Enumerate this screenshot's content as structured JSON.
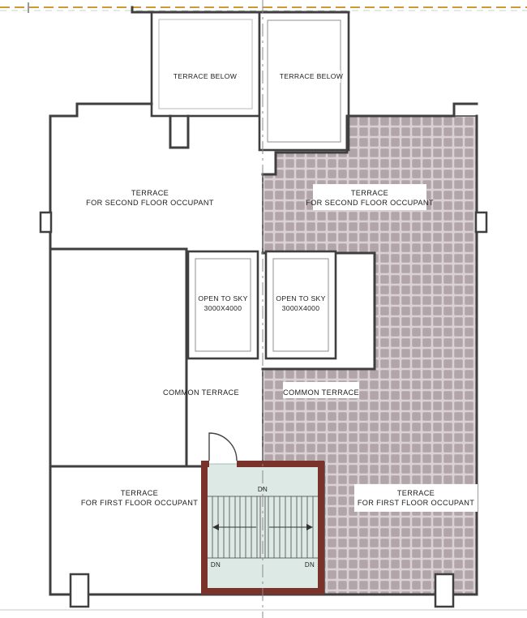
{
  "colors": {
    "tile_fill": "#b2a5a9",
    "tile_grout": "#d9d1d3",
    "wall": "#3f3f3f",
    "stair_wall": "#7a332b",
    "stair_floor": "#dce9e5",
    "datum_line": "#cc9933",
    "centerline": "#8a8a8a",
    "hatch_line": "#c8c8c8"
  },
  "areas": {
    "terrace_below_left": {
      "label": "TERRACE BELOW"
    },
    "terrace_below_right": {
      "label": "TERRACE BELOW"
    },
    "second_floor_left": {
      "line1": "TERRACE",
      "line2": "FOR SECOND FLOOR OCCUPANT"
    },
    "second_floor_right": {
      "line1": "TERRACE",
      "line2": "FOR SECOND FLOOR OCCUPANT"
    },
    "open_to_sky_left": {
      "line1": "OPEN TO SKY",
      "line2": "3000X4000"
    },
    "open_to_sky_right": {
      "line1": "OPEN TO SKY",
      "line2": "3000X4000"
    },
    "common_terrace_left": {
      "label": "COMMON TERRACE"
    },
    "common_terrace_right": {
      "label": "COMMON TERRACE"
    },
    "first_floor_left": {
      "line1": "TERRACE",
      "line2": "FOR FIRST FLOOR OCCUPANT"
    },
    "first_floor_right": {
      "line1": "TERRACE",
      "line2": "FOR FIRST FLOOR OCCUPANT"
    }
  },
  "stair": {
    "dn_top": "DN",
    "dn_bottom_left": "DN",
    "dn_bottom_right": "DN"
  }
}
